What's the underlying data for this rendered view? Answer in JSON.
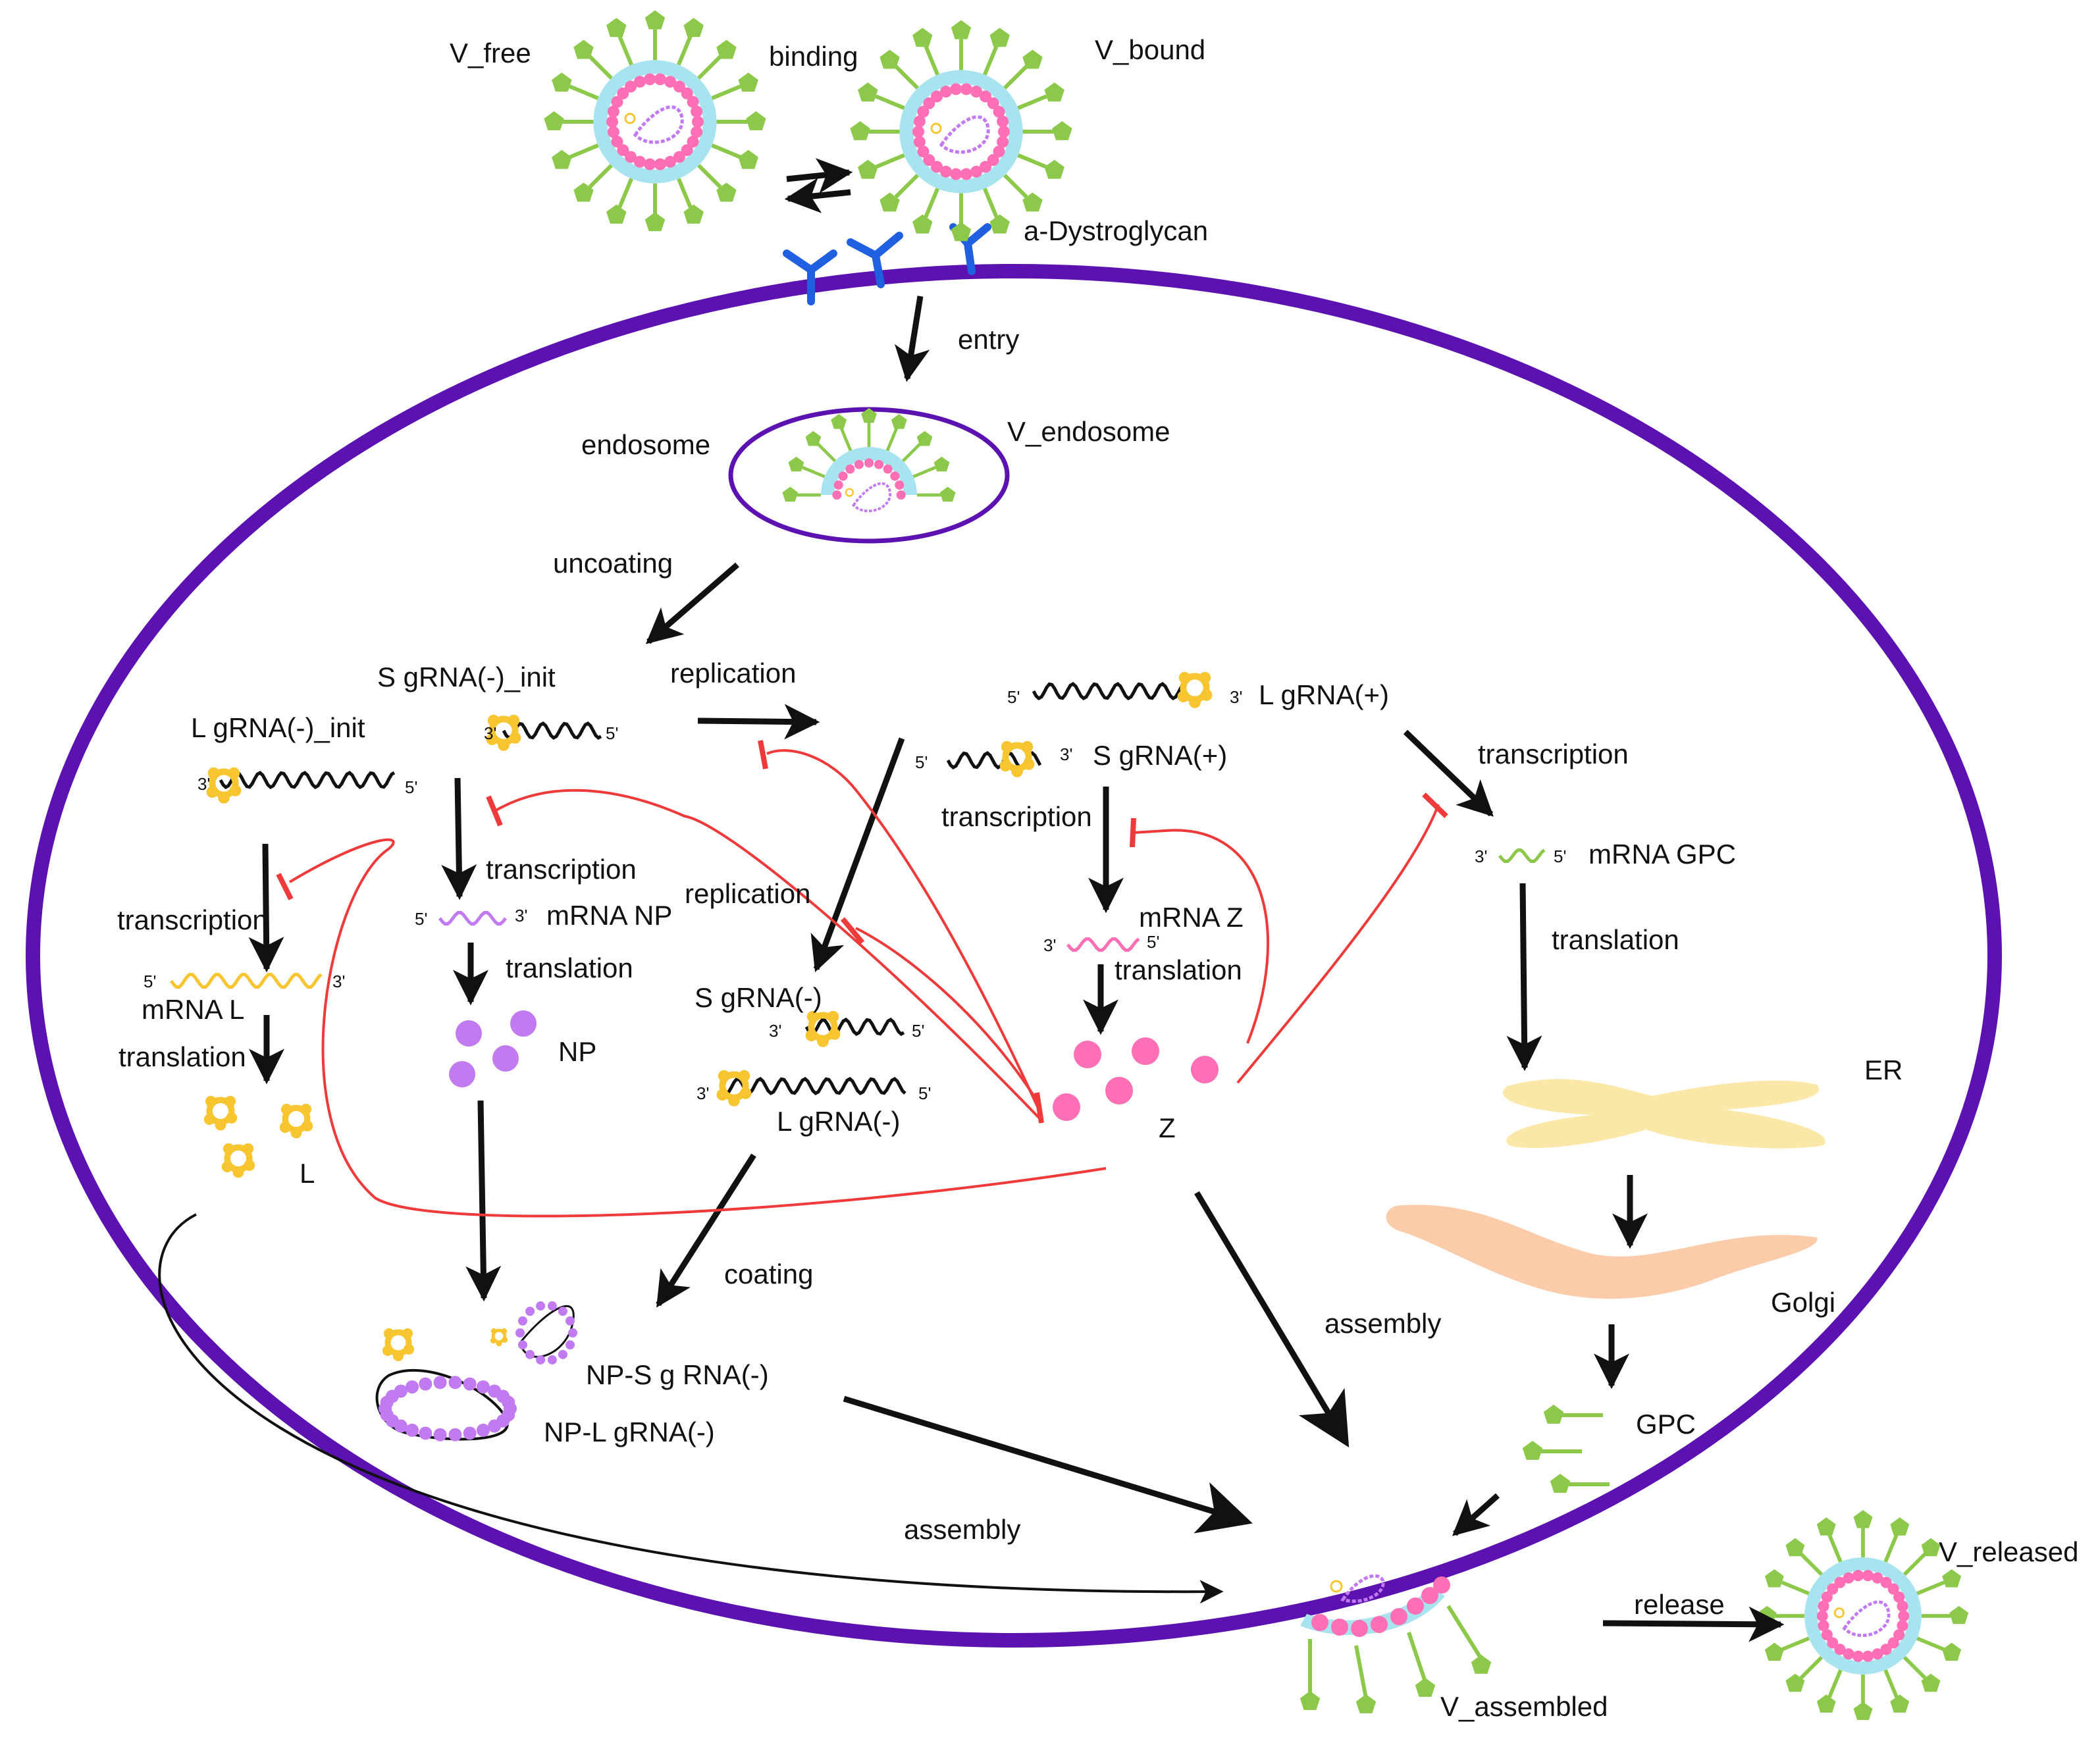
{
  "labels": {
    "v_free": "V_free",
    "binding": "binding",
    "v_bound": "V_bound",
    "a_dystroglycan": "a-Dystroglycan",
    "entry": "entry",
    "endosome": "endosome",
    "v_endosome": "V_endosome",
    "uncoating": "uncoating",
    "s_grna_init": "S gRNA(-)_init",
    "l_grna_init": "L gRNA(-)_init",
    "replication_top": "replication",
    "replication_mid": "replication",
    "l_grna_plus": "L gRNA(+)",
    "s_grna_plus": "S gRNA(+)",
    "transcription_l": "transcription",
    "transcription_np": "transcription",
    "transcription_z": "transcription",
    "transcription_gpc": "transcription",
    "mrna_l": "mRNA L",
    "mrna_np": "mRNA NP",
    "mrna_z": "mRNA Z",
    "mrna_gpc": "mRNA GPC",
    "translation_l": "translation",
    "translation_np": "translation",
    "translation_z": "translation",
    "translation_gpc": "translation",
    "l_protein": "L",
    "np_protein": "NP",
    "z_protein": "Z",
    "s_grna_minus": "S gRNA(-)",
    "l_grna_minus": "L gRNA(-)",
    "coating": "coating",
    "np_s_grna": "NP-S g RNA(-)",
    "np_l_grna": "NP-L gRNA(-)",
    "er": "ER",
    "golgi": "Golgi",
    "gpc": "GPC",
    "assembly_right": "assembly",
    "assembly_left": "assembly",
    "v_assembled": "V_assembled",
    "release": "release",
    "v_released": "V_released"
  },
  "strand_ends": {
    "three_prime": "3'",
    "five_prime": "5'"
  },
  "colors": {
    "cell_membrane": "#5b12b0",
    "arrow": "#111111",
    "inhibition": "#ee3a3a",
    "glycoprotein": "#8cc94a",
    "capsid_ring": "#a8e3f0",
    "z_protein": "#ff6fb5",
    "np_protein": "#c27af0",
    "l_protein": "#f7c530",
    "receptor": "#1f5fe0",
    "er": "#fbe8a8",
    "golgi": "#fbcbaa",
    "mrna_l": "#f7c530",
    "mrna_np": "#c27af0",
    "mrna_z": "#ff6fb5",
    "mrna_gpc": "#8cc94a"
  }
}
